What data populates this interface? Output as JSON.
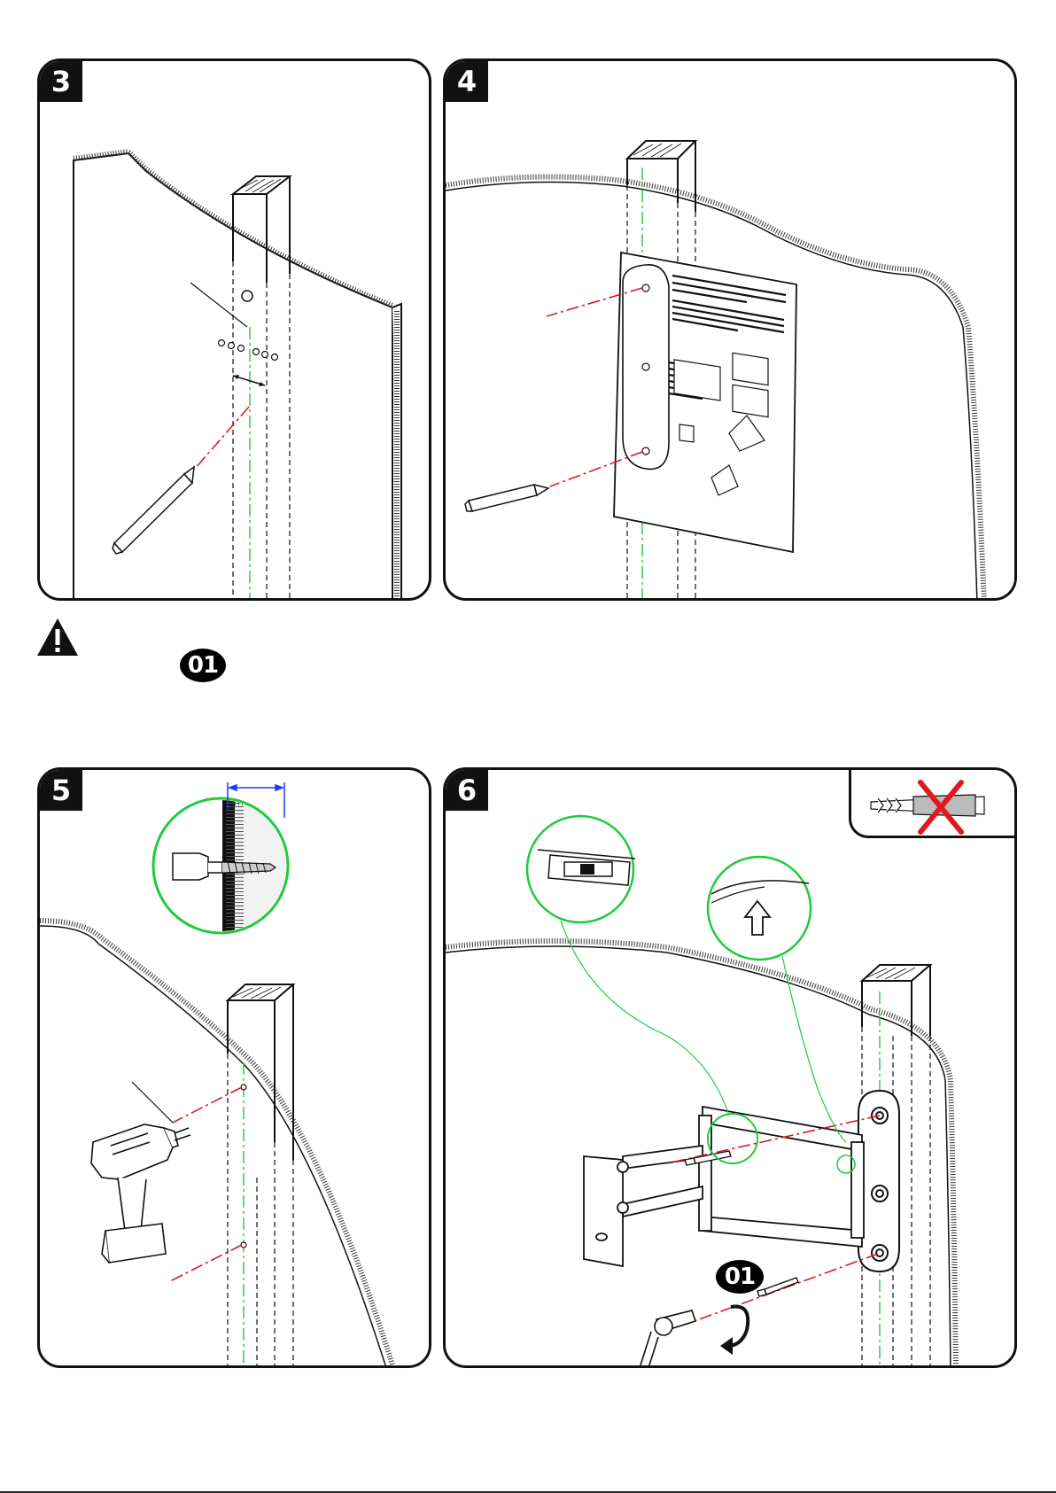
{
  "steps": {
    "s3": "3",
    "s4": "4",
    "s5": "5",
    "s6": "6"
  },
  "part_labels": {
    "part_01_caution": "01",
    "part_01_step6": "01"
  },
  "icons": {
    "warning": "warning-triangle-icon",
    "pencil": "pencil-icon",
    "drill": "drill-icon",
    "screwdriver": "screwdriver-icon",
    "level": "bubble-level-icon",
    "up_arrow": "up-arrow-icon",
    "rotate": "rotate-arrow-icon",
    "no_anchor": "no-wall-anchor-icon"
  },
  "colors": {
    "alignment_red": "#e0181f",
    "stud_center_green": "#1ecb3c",
    "dimension_blue": "#1b3ce8",
    "outline": "#111111"
  }
}
